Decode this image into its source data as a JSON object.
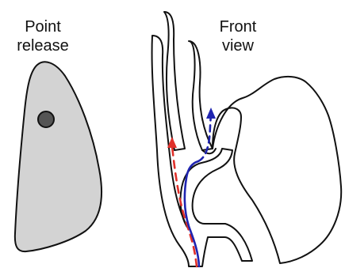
{
  "panels": {
    "left": {
      "label_line1": "Point",
      "label_line2": "release"
    },
    "right": {
      "label_line1": "Front",
      "label_line2": "view"
    }
  },
  "colors": {
    "outline": "#111111",
    "leaf_fill": "#d3d3d3",
    "release_point": "#555555",
    "red_path": "#e0302a",
    "blue_path": "#1f24b0"
  }
}
